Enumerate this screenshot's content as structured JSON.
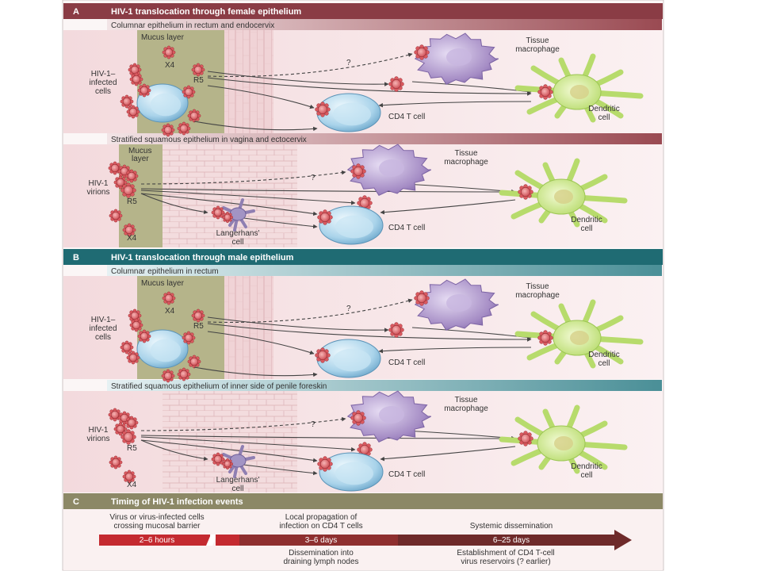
{
  "panels": {
    "a": {
      "letter": "A",
      "title": "HIV-1 translocation through female epithelium",
      "sub1": "Columnar epithelium in rectum and endocervix",
      "sub2": "Stratified squamous epithelium in vagina and ectocervix"
    },
    "b": {
      "letter": "B",
      "title": "HIV-1 translocation through male epithelium",
      "sub1": "Columnar epithelium in rectum",
      "sub2": "Stratified squamous epithelium of inner side of penile foreskin"
    },
    "c": {
      "letter": "C",
      "title": "Timing of HIV-1 infection events"
    }
  },
  "labels": {
    "mucus_layer": "Mucus layer",
    "mucus": "Mucus",
    "layer": "layer",
    "x4": "X4",
    "r5": "R5",
    "question": "?",
    "hiv1_dash": "HIV-1–",
    "infected": "infected",
    "cells": "cells",
    "hiv1": "HIV-1",
    "virions": "virions",
    "tissue": "Tissue",
    "macrophage": "macrophage",
    "dendritic": "Dendritic",
    "cell": "cell",
    "cd4": "CD4 T cell",
    "langerhans": "Langerhans'"
  },
  "timeline": {
    "top1_l1": "Virus or virus-infected cells",
    "top1_l2": "crossing mucosal barrier",
    "top2_l1": "Local propagation of",
    "top2_l2": "infection on CD4 T cells",
    "top3": "Systemic dissemination",
    "seg1": "2–6 hours",
    "seg2": "3–6 days",
    "seg3": "6–25 days",
    "bot2_l1": "Dissemination into",
    "bot2_l2": "draining lymph nodes",
    "bot3_l1": "Establishment of CD4 T-cell",
    "bot3_l2": "virus reservoirs (? earlier)"
  },
  "colors": {
    "panel_a_header": "#8a3c45",
    "panel_b_header": "#1f6b73",
    "panel_c_header": "#8c8866",
    "mucus": "#b5b48a",
    "tissue": "#f6e2e4",
    "macrophage": "#a48bc4",
    "dendritic": "#bfe07a",
    "cd4": "#a9d3ea",
    "virion": "#d9595f",
    "timeline_red": "#c42a30",
    "timeline_brown": "#6e2a2a"
  }
}
